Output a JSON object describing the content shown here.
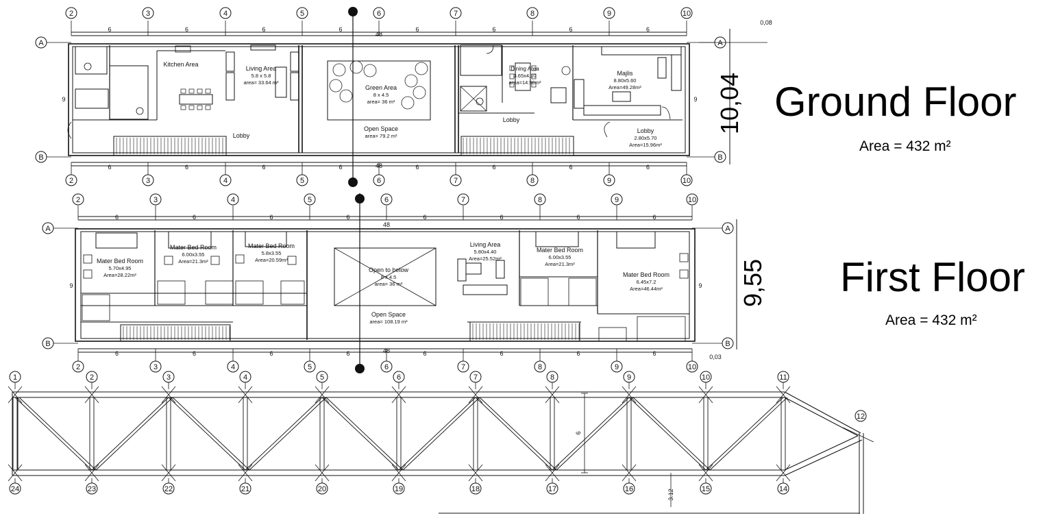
{
  "ground_floor": {
    "title": "Ground Floor",
    "area": "Area = 432 m²",
    "height_label": "10,04",
    "small_dim": "0,08",
    "top_grid": [
      "2",
      "3",
      "4",
      "5",
      "6",
      "7",
      "8",
      "9",
      "10"
    ],
    "span_label": "6",
    "total_label": "48",
    "side_label": "9",
    "row_labels": [
      "A",
      "B"
    ],
    "rooms": {
      "kitchen": "Kitchen Area",
      "living": [
        "Living Area",
        "5.8 x 5.8",
        "area= 33.64 m²"
      ],
      "green": [
        "Green Area",
        "8 x 4.5",
        "area= 36 m²"
      ],
      "open_space": [
        "Open Space",
        "area= 79.2 m²"
      ],
      "lobby_left": "Lobby",
      "lobby_mid": "Lobby",
      "dining": [
        "Dining Area",
        "3.65x4.10",
        "area=14.96m²"
      ],
      "majlis": [
        "Majlis",
        "8.80x5.60",
        "Area=49.28m²"
      ],
      "lobby_right": [
        "Lobby",
        "2.80x5.70",
        "Area=15.96m²"
      ]
    }
  },
  "first_floor": {
    "title": "First Floor",
    "area": "Area = 432 m²",
    "height_label": "9,55",
    "small_dim": "0,03",
    "rooms": {
      "bed1": [
        "Mater Bed Room",
        "5.70x4.95",
        "Area=28.22m²"
      ],
      "bed2": [
        "Mater Bed Room",
        "6.00x3.55",
        "Area=21.3m²"
      ],
      "bed3": [
        "Mater Bed Room",
        "5.8x3.55",
        "Area=20.59m²"
      ],
      "open_below": [
        "Open to below",
        "8 x 4.5",
        "area= 36 m²"
      ],
      "open_space": [
        "Open Space",
        "area= 108.19 m²"
      ],
      "living": [
        "Living Area",
        "5.80x4.40",
        "Area=25.52m²"
      ],
      "bed4": [
        "Mater Bed Room",
        "6.00x3.55",
        "Area=21.3m²"
      ],
      "bed5": [
        "Mater Bed Room",
        "6.45x7.2",
        "Area=46.44m²"
      ]
    }
  },
  "truss": {
    "top_grid": [
      "1",
      "2",
      "3",
      "4",
      "5",
      "6",
      "7",
      "8",
      "9",
      "10",
      "11",
      "12"
    ],
    "bottom_grid": [
      "24",
      "23",
      "22",
      "21",
      "20",
      "19",
      "18",
      "17",
      "16",
      "15",
      "14"
    ],
    "height_label": "6",
    "bottom_dim": "3.12"
  }
}
